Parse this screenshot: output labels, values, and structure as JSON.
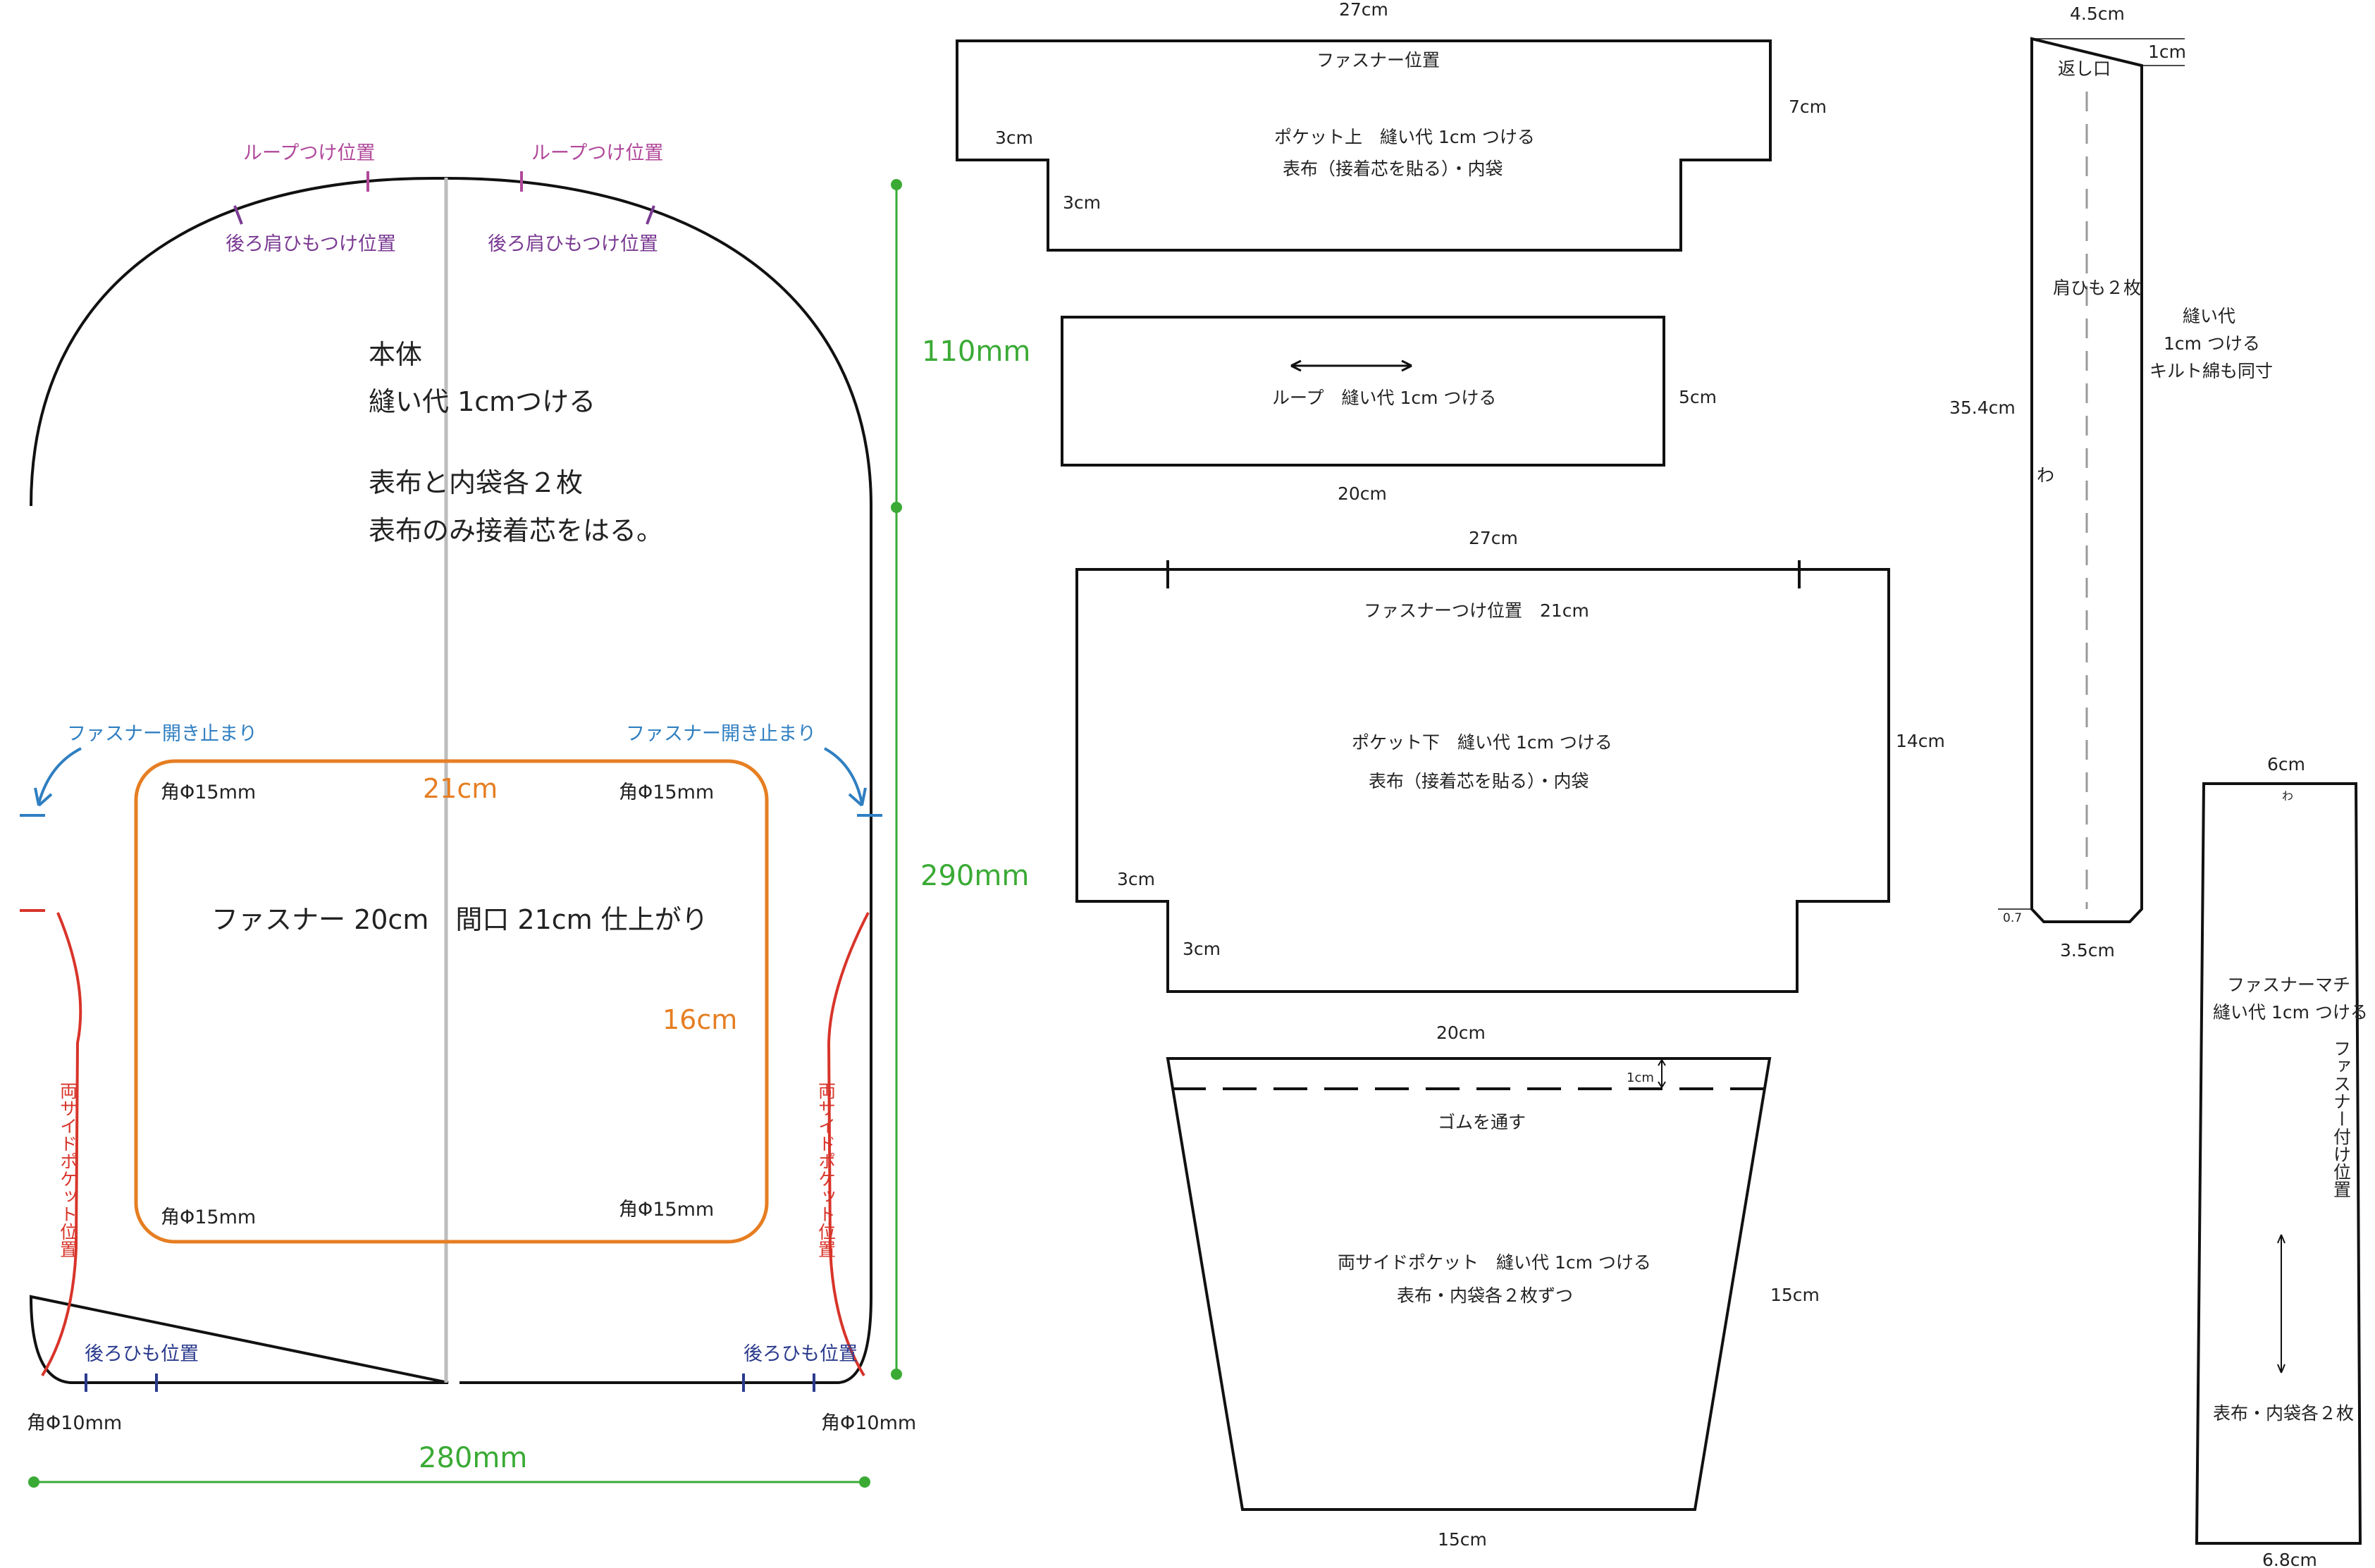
{
  "main_body": {
    "title": "本体",
    "seam": "縫い代 1cmつける",
    "pieces": "表布と内袋各２枚",
    "interfacing": "表布のみ接着芯をはる。",
    "loop_position": "ループつけ位置",
    "shoulder_strap_position": "後ろ肩ひもつけ位置",
    "zipper_stop": "ファスナー開き止まり",
    "zipper_label": "ファスナー 20cm　間口 21cm 仕上がり",
    "zipper_width": "21cm",
    "zipper_height": "16cm",
    "corner_15": "角Φ15mm",
    "corner_10": "角Φ10mm",
    "side_pocket_position": "両サイドポケット位置",
    "back_strap_position": "後ろひも位置",
    "dim_110": "110mm",
    "dim_290": "290mm",
    "dim_280": "280mm"
  },
  "pocket_top": {
    "width": "27cm",
    "zipper_position": "ファスナー位置",
    "line1": "ポケット上　縫い代 1cm つける",
    "line2": "表布（接着芯を貼る）・内袋",
    "height": "7cm",
    "notch_w": "3cm",
    "notch_h": "3cm"
  },
  "loop": {
    "label": "ループ　縫い代 1cm つける",
    "width": "20cm",
    "height": "5cm"
  },
  "pocket_bottom": {
    "width": "27cm",
    "zipper_attach": "ファスナーつけ位置　21cm",
    "line1": "ポケット下　縫い代 1cm つける",
    "line2": "表布（接着芯を貼る）・内袋",
    "height": "14cm",
    "notch_w": "3cm",
    "notch_h": "3cm"
  },
  "side_pocket": {
    "top_width": "20cm",
    "elastic_allowance": "1cm",
    "elastic": "ゴムを通す",
    "line1": "両サイドポケット　縫い代 1cm つける",
    "line2": "表布・内袋各２枚ずつ",
    "height": "15cm",
    "bottom_width": "15cm"
  },
  "shoulder_strap": {
    "top_width": "4.5cm",
    "offset": "1cm",
    "opening": "返し口",
    "label": "肩ひも２枚",
    "note1": "縫い代",
    "note2": "1cm つける",
    "note3": "キルト綿も同寸",
    "length": "35.4cm",
    "fold": "わ",
    "corner": "0.7",
    "bottom_width": "3.5cm"
  },
  "zipper_gusset": {
    "top_width": "6cm",
    "fold": "わ",
    "line1": "ファスナーマチ",
    "line2": "縫い代 1cm つける",
    "attach": "ファスナー付け位置",
    "pieces": "表布・内袋各２枚",
    "bottom_width": "6.8cm"
  },
  "colors": {
    "outline": "#111111",
    "loop_mark": "#b0489a",
    "strap_mark": "#7a3a92",
    "zipper_stop": "#2f7fc1",
    "back_strap": "#2a3a8c",
    "side_pocket": "#d8342a",
    "zipper_frame": "#e67e22",
    "dimension": "#3aaa35",
    "center_line": "#bdbdbd"
  }
}
